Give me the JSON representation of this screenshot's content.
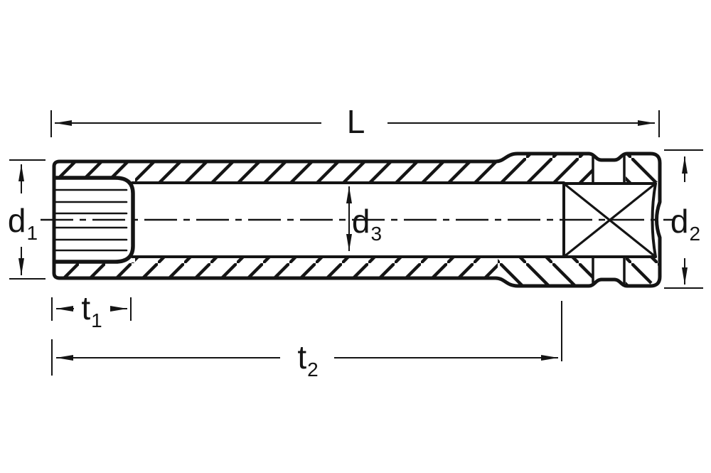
{
  "colors": {
    "ink": "#141414",
    "background": "#ffffff"
  },
  "labels": {
    "length": {
      "base": "L",
      "sub": ""
    },
    "d1": {
      "base": "d",
      "sub": "1"
    },
    "d2": {
      "base": "d",
      "sub": "2"
    },
    "d3": {
      "base": "d",
      "sub": "3"
    },
    "t1": {
      "base": "t",
      "sub": "1"
    },
    "t2": {
      "base": "t",
      "sub": "2"
    }
  }
}
